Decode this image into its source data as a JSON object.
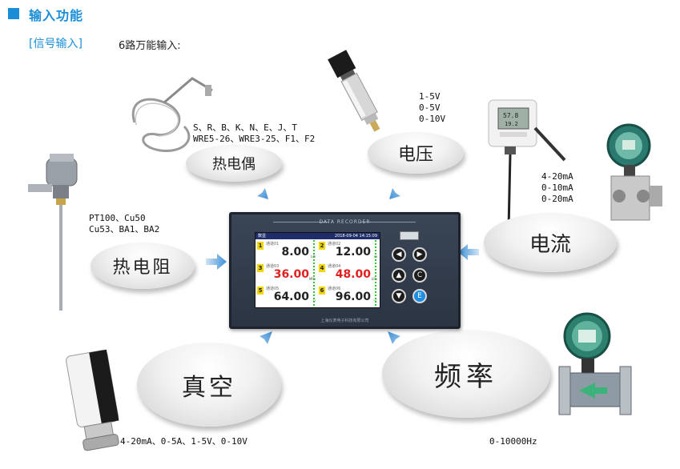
{
  "header": {
    "title": "输入功能",
    "subtitle": "[信号输入]",
    "description": "6路万能输入:"
  },
  "inputs": {
    "thermocouple": {
      "label": "热电偶",
      "spec_line1": "S、R、B、K、N、E、J、T",
      "spec_line2": "WRE5-26、WRE3-25、F1、F2"
    },
    "voltage": {
      "label": "电压",
      "spec_line1": "1-5V",
      "spec_line2": "0-5V",
      "spec_line3": "0-10V"
    },
    "current": {
      "label": "电流",
      "spec_line1": "4-20mA",
      "spec_line2": "0-10mA",
      "spec_line3": "0-20mA"
    },
    "rtd": {
      "label": "热电阻",
      "spec_line1": "PT100、Cu50",
      "spec_line2": "Cu53、BA1、BA2"
    },
    "vacuum": {
      "label": "真空",
      "spec": "4-20mA、0-5A、1-5V、0-10V"
    },
    "frequency": {
      "label": "频率",
      "spec": "0-10000Hz"
    }
  },
  "recorder": {
    "title": "DATA RECORDER",
    "screen_header_left": "数显",
    "screen_header_datetime": "2018-09-04 14:15:09",
    "footer": "上海仪表电子科技有限公司",
    "channels": [
      {
        "num": "1",
        "label": "通道01",
        "value": "8.00",
        "unit": "L/h",
        "color": "#222222"
      },
      {
        "num": "2",
        "label": "通道02",
        "value": "12.00",
        "unit": "m",
        "color": "#222222"
      },
      {
        "num": "3",
        "label": "通道03",
        "value": "36.00",
        "unit": "MPa",
        "color": "#e02020"
      },
      {
        "num": "4",
        "label": "通道04",
        "value": "48.00",
        "unit": "kPa",
        "color": "#e02020"
      },
      {
        "num": "5",
        "label": "通道05",
        "value": "64.00",
        "unit": "V",
        "color": "#222222"
      },
      {
        "num": "6",
        "label": "通道06",
        "value": "96.00",
        "unit": "°C",
        "color": "#222222"
      }
    ],
    "buttons": {
      "left": "◀",
      "right": "▶",
      "up": "▲",
      "c": "C",
      "down": "▼",
      "enter": "E"
    }
  },
  "colors": {
    "accent": "#1a8fd8",
    "arrow": "#3d8fd6",
    "alarm_value": "#e02020"
  }
}
